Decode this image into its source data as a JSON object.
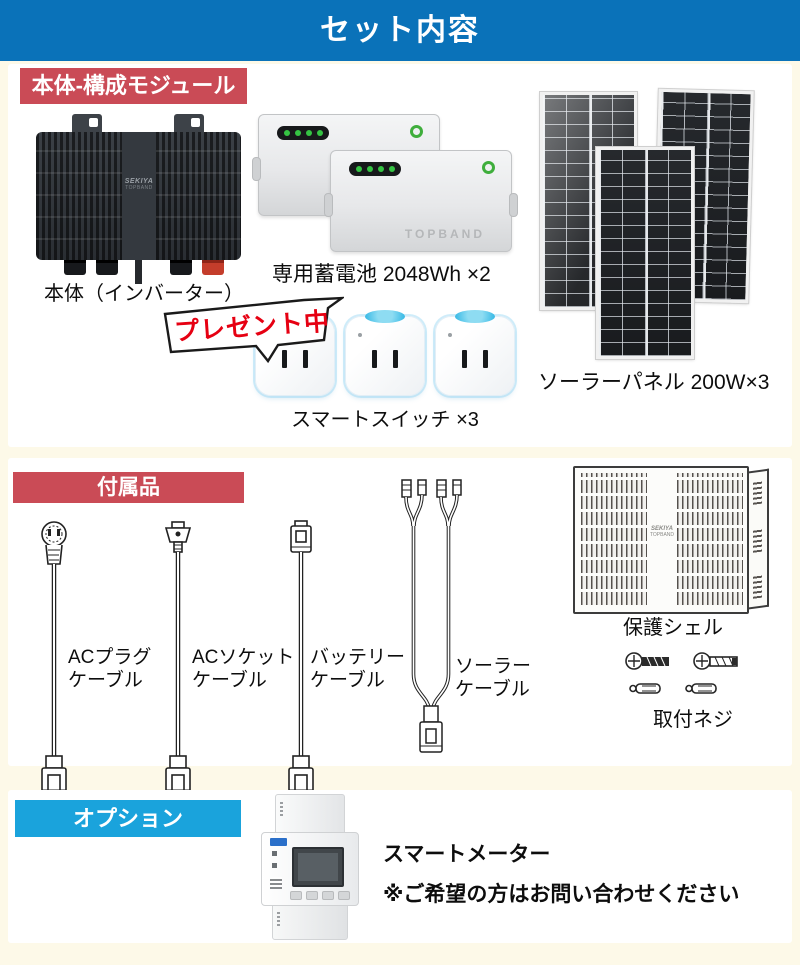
{
  "header": {
    "title": "セット内容"
  },
  "colors": {
    "header_bg": "#0a72b9",
    "accent_red": "#ca4b56",
    "accent_blue": "#1aa3dc",
    "page_bg": "#fdf9e8",
    "present_red": "#e60012"
  },
  "section1": {
    "label": "本体-構成モジュール",
    "inverter": {
      "caption": "本体（インバーター）",
      "brand_line1": "SEKIYA",
      "brand_line2": "TOPBAND"
    },
    "battery": {
      "caption": "専用蓄電池 2048Wh ×2",
      "brand": "TOPBAND"
    },
    "solar": {
      "caption": "ソーラーパネル 200W×3"
    },
    "switch": {
      "caption": "スマートスイッチ ×3",
      "badge": "プレゼント中"
    }
  },
  "section2": {
    "label": "付属品",
    "cables": [
      {
        "caption": "ACプラグ\nケーブル"
      },
      {
        "caption": "ACソケット\nケーブル"
      },
      {
        "caption": "バッテリー\nケーブル"
      },
      {
        "caption": "ソーラー\nケーブル"
      }
    ],
    "shell": {
      "caption": "保護シェル",
      "brand_line1": "SEKIYA",
      "brand_line2": "TOPBAND"
    },
    "screws": {
      "caption": "取付ネジ"
    }
  },
  "section3": {
    "label": "オプション",
    "meter": {
      "caption": "スマートメーター",
      "note": "※ご希望の方はお問い合わせください"
    }
  }
}
